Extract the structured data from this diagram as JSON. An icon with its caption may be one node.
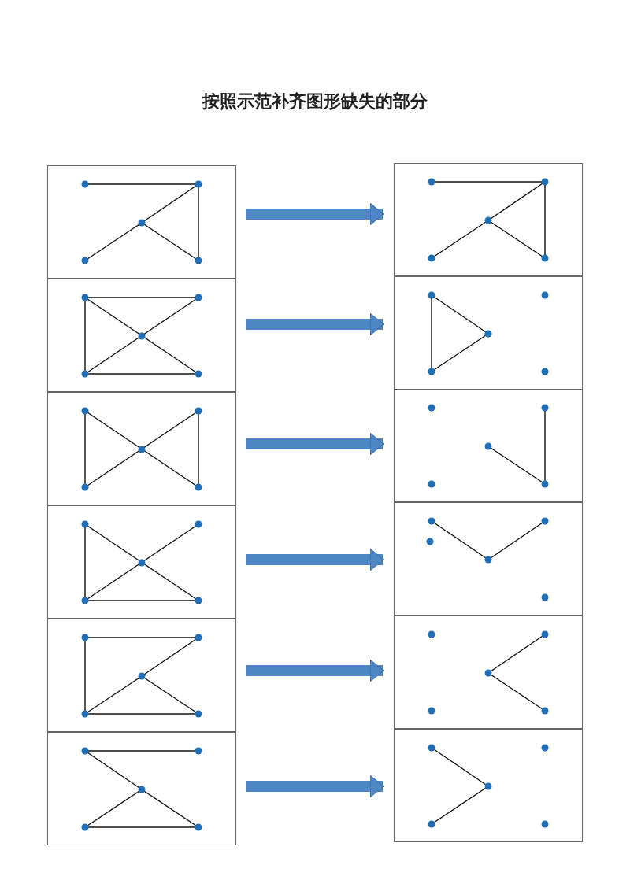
{
  "diagram": {
    "title": "按照示范补齐图形缺失的部分",
    "nodes": [
      {
        "text": [],
        "shape": "box"
      },
      {
        "text": [],
        "shape": "box"
      },
      {
        "text": [],
        "shape": "box"
      },
      {
        "text": [],
        "shape": "box"
      },
      {
        "text": [],
        "shape": "box"
      },
      {
        "text": [],
        "shape": "box"
      },
      {
        "text": [],
        "shape": "box"
      },
      {
        "text": [],
        "shape": "box"
      },
      {
        "text": [],
        "shape": "box"
      },
      {
        "text": [],
        "shape": "box"
      },
      {
        "text": [],
        "shape": "box"
      },
      {
        "text": [],
        "shape": "box"
      }
    ],
    "edges": [
      {
        "from": 0,
        "to": 1,
        "arrow": "to"
      },
      {
        "from": 2,
        "to": 3,
        "arrow": "to"
      },
      {
        "from": 4,
        "to": 5,
        "arrow": "to"
      },
      {
        "from": 6,
        "to": 7,
        "arrow": "to"
      },
      {
        "from": 8,
        "to": 9,
        "arrow": "to"
      },
      {
        "from": 10,
        "to": 11,
        "arrow": "to"
      }
    ]
  }
}
